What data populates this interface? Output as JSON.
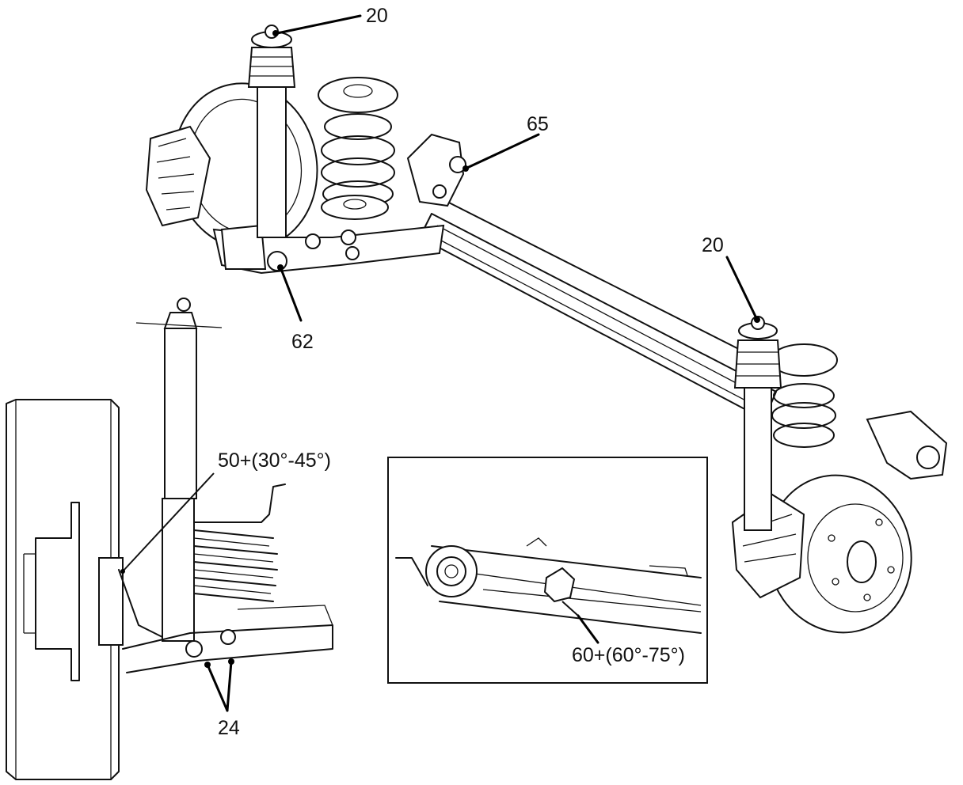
{
  "labels": {
    "top_strut_torque": "20",
    "bracket_torque": "65",
    "arm_torque": "62",
    "right_strut_torque": "20",
    "shock_lower_torque": "50+(30°-45°)",
    "inset_torque": "60+(60°-75°)",
    "axle_bolts_torque": "24"
  }
}
